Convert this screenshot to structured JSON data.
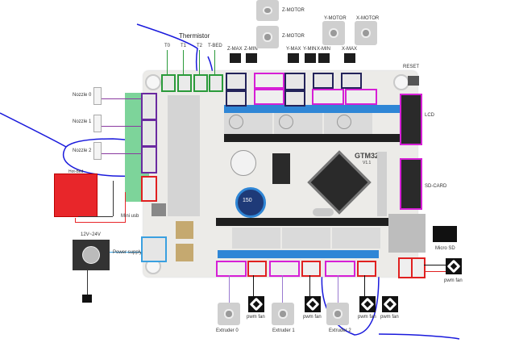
{
  "board": {
    "name": "GTM32",
    "version": "V1.1",
    "inductor_label": "150"
  },
  "top_labels": {
    "thermistor": "Thermistor",
    "t0": "T0",
    "t1": "T1",
    "t2": "T2",
    "tbed": "T-BED",
    "z_max": "Z-MAX",
    "z_min": "Z-MIN",
    "y_max": "Y-MAX",
    "y_min": "Y-MIN",
    "x_min": "X-MIN",
    "x_max": "X-MAX",
    "z_motor_1": "Z-MOTOR",
    "z_motor_2": "Z-MOTOR",
    "y_motor": "Y-MOTOR",
    "x_motor": "X-MOTOR"
  },
  "right_labels": {
    "reset": "RESET",
    "lcd": "LCD",
    "sd_card": "SD-CARD",
    "micro_sd": "Micro SD",
    "pwm_fan_right": "pwm fan"
  },
  "left_labels": {
    "nozzle0": "Nozzle 0",
    "nozzle1": "Nozzle 1",
    "nozzle2": "Nozzle 2",
    "hot_bed": "Hot-Bed",
    "mini_usb": "Mini usb",
    "power_voltage": "12V~24V",
    "power_supply": "Power supply"
  },
  "bottom_labels": {
    "extruder0": "Extruder 0",
    "extruder1": "Extruder 1",
    "extruder2": "Extruder 2",
    "pwm_fan": "pwm fan"
  },
  "colors": {
    "annotation_blue": "#1a1adc",
    "stepper_connector": "#d61fd6",
    "fan_connector": "#e02020",
    "thermistor_connector": "#2a9a3a",
    "endstop_connector": "#23235a",
    "power_connector": "#3aa0e0",
    "hotbed": "#e8262a"
  }
}
